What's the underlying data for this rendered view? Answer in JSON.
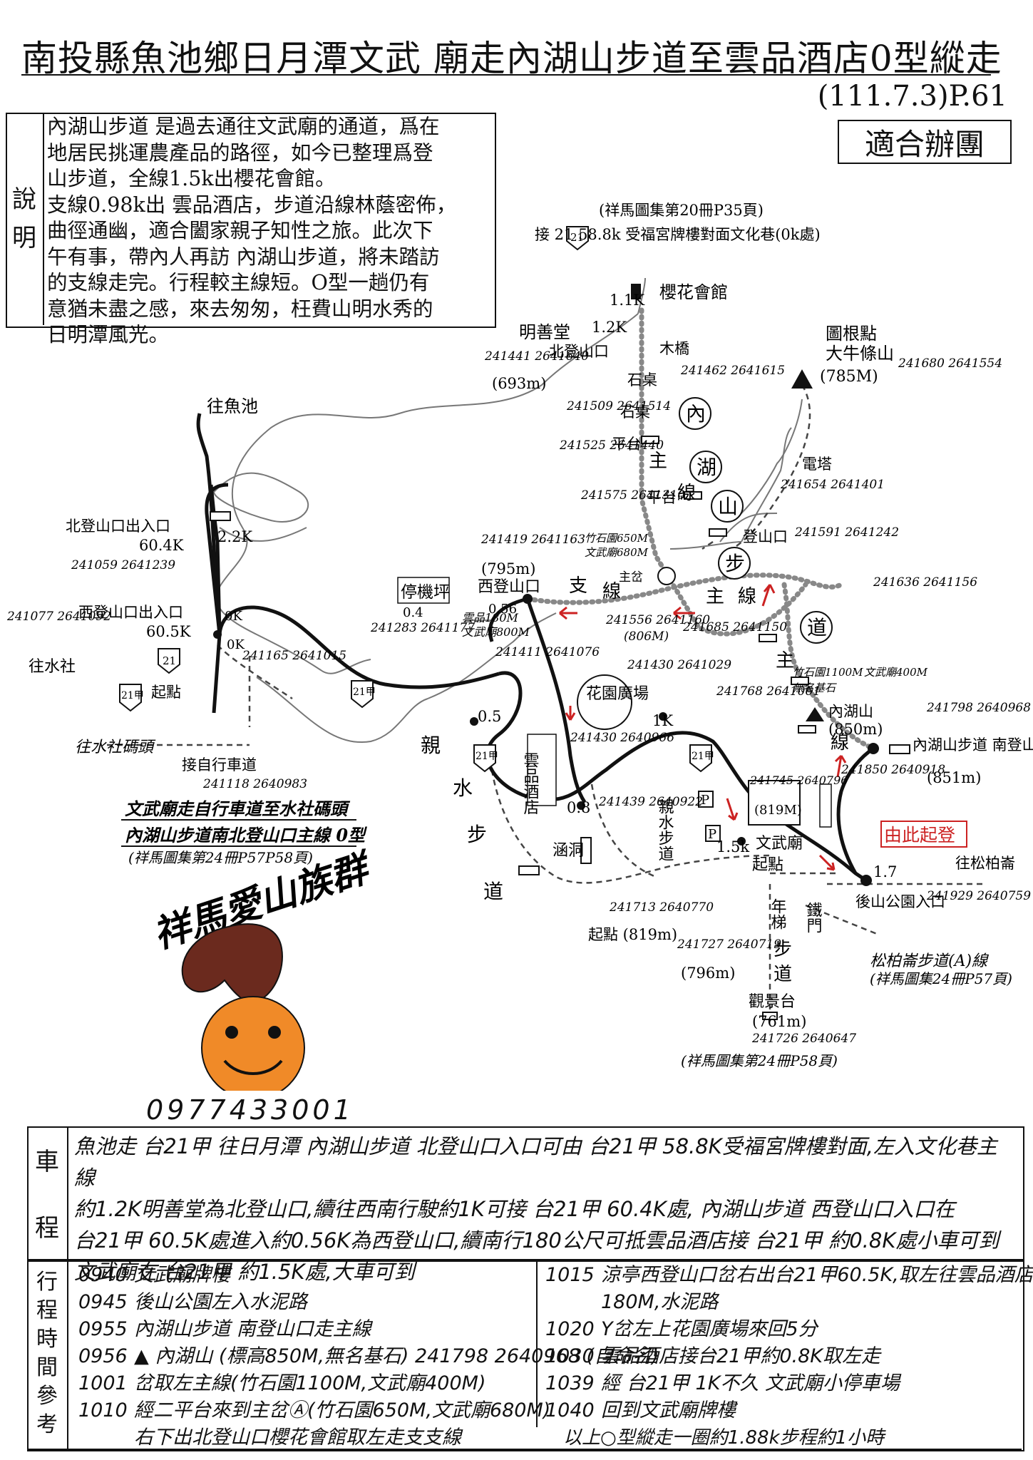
{
  "title": "南投縣魚池鄉日月潭文武 廟走內湖山步道至雲品酒店0型縱走",
  "date_ref": "(111.7.3)P.61",
  "badge": "適合辦團",
  "description": {
    "label_chars": [
      "說",
      "明"
    ],
    "lines": [
      "內湖山步道 是過去通往文武廟的通道，爲在",
      "地居民挑運農產品的路徑，如今已整理爲登",
      "山步道，全線1.5k出櫻花會館。",
      "支線0.98k出 雲品酒店，步道沿線林蔭密佈，",
      "曲徑通幽，適合闔家親子知性之旅。此次下",
      "午有事，帶內人再訪 內湖山步道，將未踏訪",
      "的支線走完。行程較主線短。O型一趟仍有",
      "意猶未盡之感，來去匆匆，枉費山明水秀的",
      "日明潭風光。"
    ]
  },
  "map": {
    "ref_top": "(祥馬圖集第20冊P35頁)",
    "connect_top": "接  21  58.8k 受福宮牌樓對面文化巷(0k處)",
    "sakura": "櫻花會館",
    "k11": "1.1K",
    "k12": "1.2K",
    "mingshan": "明善堂",
    "north_trailhead": "北登山口",
    "mubridge": "木橋",
    "stone_table": "石桌",
    "coord_n1": "241441 2641640",
    "elev_693": "(693m)",
    "coord_n2": "241462 2641615",
    "coord_n3": "241509 2641514",
    "coord_n4": "241525 2641440",
    "platform": "平台",
    "coord_n5": "241575 2641310",
    "trail_chars": [
      "內",
      "湖",
      "山",
      "步",
      "道"
    ],
    "main_line": [
      "主",
      "線"
    ],
    "branch_line": [
      "支",
      "線"
    ],
    "summit_label": "圖根點",
    "summit_name": "大牛條山",
    "summit_elev": "(785M)",
    "coord_summit": "241680 2641554",
    "tower": "電塔",
    "coord_tower": "241654 2641401",
    "trailhead": "登山口",
    "coord_th": "241591 2641242",
    "coord_c1": "241636 2641156",
    "to_yuchi": "往魚池",
    "north_exit": "北登山口出入口",
    "north_exit_k": "60.4K",
    "k22": "2.2K",
    "coord_ne": "241059 2641239",
    "west_exit": "西登山口出入口",
    "west_exit_k": "60.5K",
    "coord_we": "241077 2641092",
    "ok1": "0K",
    "ok2": "0K",
    "to_shuishe": "往水社",
    "start_point": "起點",
    "coord_c2": "241165 2641015",
    "hwy21": "21",
    "hwy21a": "21甲",
    "parking": "停機坪",
    "k04": "0.4",
    "coord_park": "241283 2641177",
    "coord_west": "241419 2641163",
    "elev_795": "(795m)",
    "west_trailhead": "西登山口",
    "k056": "0.56",
    "bamboo_a": "竹石園650M",
    "wenwu_a": "文武廟680M",
    "junction_a": "主岔",
    "coord_a": "241556 2641160",
    "elev_806": "(806M)",
    "yunpin_temple": "雲品180M",
    "wenwu_800": "文武廟800M",
    "coord_c3": "241411 2641076",
    "coord_c4": "241685 2641150",
    "bamboo_1100": "竹石園1100M",
    "wenwu_400": "文武廟400M",
    "no_stone": "無名基石",
    "garden": "花園廣場",
    "coord_garden_a": "241430 2641029",
    "coord_garden_b": "241430 2640966",
    "coord_c5": "241768 2641061",
    "neihu_mt": "內湖山",
    "elev_850": "(850m)",
    "coord_neihu": "241798 2640968",
    "k05": "0.5",
    "k1": "1K",
    "qin": "親",
    "shui": "水",
    "bu": "步",
    "dao": "道",
    "yunpin_hotel": "雲品酒店",
    "k08": "0.8",
    "coord_c6": "241439 2640922",
    "tunnel": "涵洞",
    "qinshui_path": "親水步道",
    "south_trailhead": "內湖山步道 南登山口",
    "elev_851": "(851m)",
    "coord_south": "241850 2640918",
    "start_here": "由此起登",
    "coord_c7": "241745 2640796",
    "elev_819_box": "(819M)",
    "wenwu_temple": "文武廟",
    "k15": "1.5k",
    "start_char": "起點",
    "k17": "1.7",
    "to_songbai": "往松柏崙",
    "houshan_entrance": "後山公園入口",
    "coord_c8": "241929 2640759",
    "nianti": "年梯",
    "tiemen": "鐵門",
    "coord_c9": "241713 2640770",
    "start_819": "起點 (819m)",
    "coord_c10": "241727 2640719",
    "elev_796": "(796m)",
    "bu_dao": [
      "步",
      "道"
    ],
    "view_deck": "觀景台",
    "elev_761": "(761m)",
    "coord_c11": "241726 2640647",
    "ref_bottom": "(祥馬圖集第24冊P58頁)",
    "songbai_trail": "松柏崙步道(A)線",
    "ref_songbai": "(祥馬圖集24冊P57頁)",
    "to_dock": "往水社碼頭",
    "bike_path": "接自行車道",
    "coord_c12": "241118 2640983",
    "legend1": "文武廟走自行車道至水社碼頭",
    "legend2": "內湖山步道南北登山口主線 0型",
    "ref_left": "(祥馬圖集第24冊P57P58頁)",
    "logo_text": "祥馬愛山族群",
    "p": "P"
  },
  "phone": "0977433001",
  "route": {
    "label_chars": [
      "車",
      "程"
    ],
    "lines": [
      "魚池走 台21甲 往日月潭 內湖山步道 北登山口入口可由 台21甲 58.8K受福宮牌樓對面,左入文化巷主線",
      "約1.2K明善堂為北登山口,續往西南行駛約1K可接 台21甲 60.4K處, 內湖山步道 西登山口入口在",
      "台21甲 60.5K處進入約0.56K為西登山口,續南行180公尺可抵雲品酒店接 台21甲 約0.8K處小車可到",
      "文武廟在 台21甲 約1.5K處,大車可到"
    ]
  },
  "schedule": {
    "label_chars": [
      "行",
      "程",
      "時",
      "間",
      "參",
      "考"
    ],
    "left": [
      {
        "time": "0940",
        "text": "文武廟牌樓"
      },
      {
        "time": "0945",
        "text": "後山公園左入水泥路"
      },
      {
        "time": "0955",
        "text": "內湖山步道 南登山口走主線"
      },
      {
        "time": "0956",
        "text": "▲ 內湖山 (標高850M,無名基石) 241798 2640968 (自命名)"
      },
      {
        "time": "1001",
        "text": "岔取左主線(竹石園1100M,文武廟400M)"
      },
      {
        "time": "1010",
        "text": "經二平台來到主岔Ⓐ(竹石園650M,文武廟680M)"
      },
      {
        "time": "",
        "text": "右下出北登山口櫻花會館取左走支支線"
      }
    ],
    "right": [
      {
        "time": "1015",
        "text": "涼亭西登山口岔右出台21甲60.5K,取左往雲品酒店"
      },
      {
        "time": "",
        "text": "180M,水泥路"
      },
      {
        "time": "1020",
        "text": "Y岔左上花園廣場來回5分"
      },
      {
        "time": "1030",
        "text": "雲品酒店接台21甲約0.8K取左走"
      },
      {
        "time": "1039",
        "text": "經 台21甲 1K不久 文武廟小停車場"
      },
      {
        "time": "1040",
        "text": "回到文武廟牌樓"
      }
    ],
    "summary": "以上○型縱走一圈約1.88k步程約1小時"
  }
}
